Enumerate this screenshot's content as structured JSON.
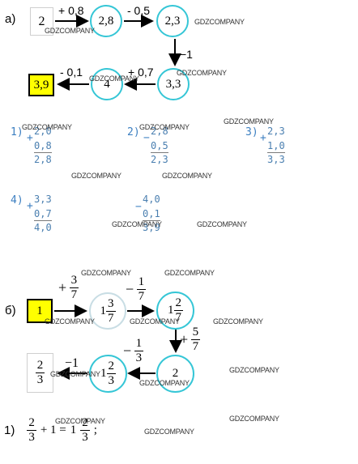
{
  "watermark": "GDZCOMPANY",
  "part_a": {
    "label": "а)",
    "chain_top": {
      "start": "2",
      "op1": "+ 0,8",
      "node1": "2,8",
      "op2": "- 0,5",
      "node2": "2,3",
      "op_down": "−1"
    },
    "chain_bottom": {
      "node3": "3,3",
      "op3": "+ 0,7",
      "node4": "4",
      "op4": "- 0,1",
      "result": "3,9"
    },
    "calcs": [
      {
        "label": "1)",
        "sign": "+",
        "rows": [
          "2,0",
          "0,8",
          "2,8"
        ]
      },
      {
        "label": "2)",
        "sign": "−",
        "rows": [
          "2,8",
          "0,5",
          "2,3"
        ]
      },
      {
        "label": "3)",
        "sign": "+",
        "rows": [
          "2,3",
          "1,0",
          "3,3"
        ]
      },
      {
        "label": "4)",
        "sign": "+",
        "rows": [
          "3,3",
          "0,7",
          "4,0"
        ]
      },
      {
        "label": "",
        "sign": "−",
        "rows": [
          "4,0",
          "0,1",
          "3,9"
        ]
      }
    ]
  },
  "part_b": {
    "label": "б)",
    "start": "1",
    "op1": {
      "sign": "+",
      "num": "3",
      "den": "7"
    },
    "node1": {
      "whole": "1",
      "num": "3",
      "den": "7"
    },
    "op2": {
      "sign": "−",
      "num": "1",
      "den": "7"
    },
    "node2": {
      "whole": "1",
      "num": "2",
      "den": "7"
    },
    "op_down": {
      "sign": "+",
      "num": "5",
      "den": "7"
    },
    "node3": "2",
    "op3": {
      "sign": "−",
      "num": "1",
      "den": "3"
    },
    "node4": {
      "whole": "1",
      "num": "2",
      "den": "3"
    },
    "op4": "−1",
    "result": {
      "num": "2",
      "den": "3"
    },
    "equation": {
      "label": "1)",
      "a_num": "2",
      "a_den": "3",
      "plus": "+ 1 =",
      "whole": "1",
      "r_num": "2",
      "r_den": "3",
      "tail": ";"
    }
  }
}
